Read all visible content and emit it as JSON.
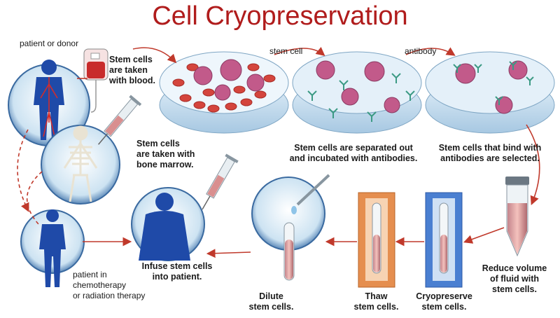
{
  "title": "Cell Cryopreservation",
  "labels": {
    "patient_or_donor": "patient or donor",
    "taken_with_blood": "Stem cells\nare taken\nwith blood.",
    "taken_with_marrow": "Stem cells\nare taken with\nbone marrow.",
    "stem_cell": "stem cell",
    "antibody": "antibody",
    "separated": "Stem cells are separated out\nand incubated with antibodies.",
    "bind_selected": "Stem cells that bind with\nantibodies are selected.",
    "reduce_volume": "Reduce volume\nof fluid with\nstem cells.",
    "cryopreserve": "Cryopreserve\nstem cells.",
    "thaw": "Thaw\nstem cells.",
    "dilute": "Dilute\nstem cells.",
    "infuse": "Infuse stem cells\ninto patient.",
    "patient_chemo": "patient in\nchemotherapy\nor radiation therapy"
  },
  "colors": {
    "title": "#b01c1c",
    "arrow": "#c0392b",
    "body_silhouette": "#1f4aa8",
    "stem_cell": "#c25a8a",
    "red_blood_cell": "#d4453d",
    "antibody": "#3c9a84",
    "dish_fluid": "#cfe4f3",
    "tube_fluid": "#e5a7a0",
    "thaw_panel": "#e58e4f",
    "cryo_panel": "#4a7fd1"
  },
  "icons": [
    "blood-bag-icon",
    "syringe-icon",
    "skeleton-icon",
    "petri-dish-icon",
    "test-tube-icon",
    "pipette-icon"
  ]
}
